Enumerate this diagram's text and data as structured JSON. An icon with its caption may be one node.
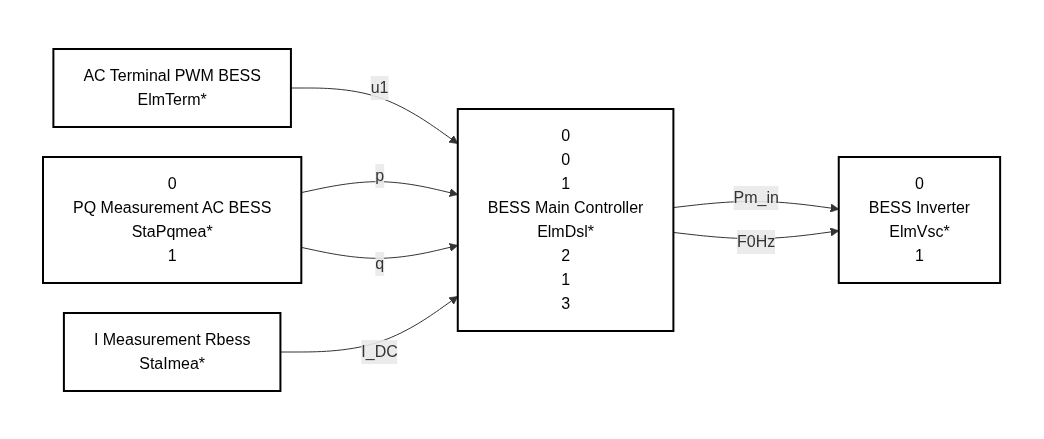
{
  "diagram": {
    "nodes": [
      {
        "text": [
          "AC Terminal PWM BESS",
          "ElmTerm*"
        ]
      },
      {
        "text": [
          "0",
          "PQ Measurement AC BESS",
          "StaPqmea*",
          "1"
        ]
      },
      {
        "text": [
          "I Measurement Rbess",
          "StaImea*"
        ]
      },
      {
        "text": [
          "0",
          "0",
          "1",
          "BESS Main Controller",
          "ElmDsl*",
          "2",
          "1",
          "3"
        ]
      },
      {
        "text": [
          "0",
          "BESS Inverter",
          "ElmVsc*",
          "1"
        ]
      }
    ],
    "edges": [
      {
        "from": 0,
        "to": 3,
        "arrow": "to",
        "label": "u1"
      },
      {
        "from": 1,
        "to": 3,
        "arrow": "to",
        "label": "p"
      },
      {
        "from": 1,
        "to": 3,
        "arrow": "to",
        "label": "q"
      },
      {
        "from": 2,
        "to": 3,
        "arrow": "to",
        "label": "I_DC"
      },
      {
        "from": 3,
        "to": 4,
        "arrow": "to",
        "label": "Pm_in"
      },
      {
        "from": 3,
        "to": 4,
        "arrow": "to",
        "label": "F0Hz"
      }
    ]
  }
}
